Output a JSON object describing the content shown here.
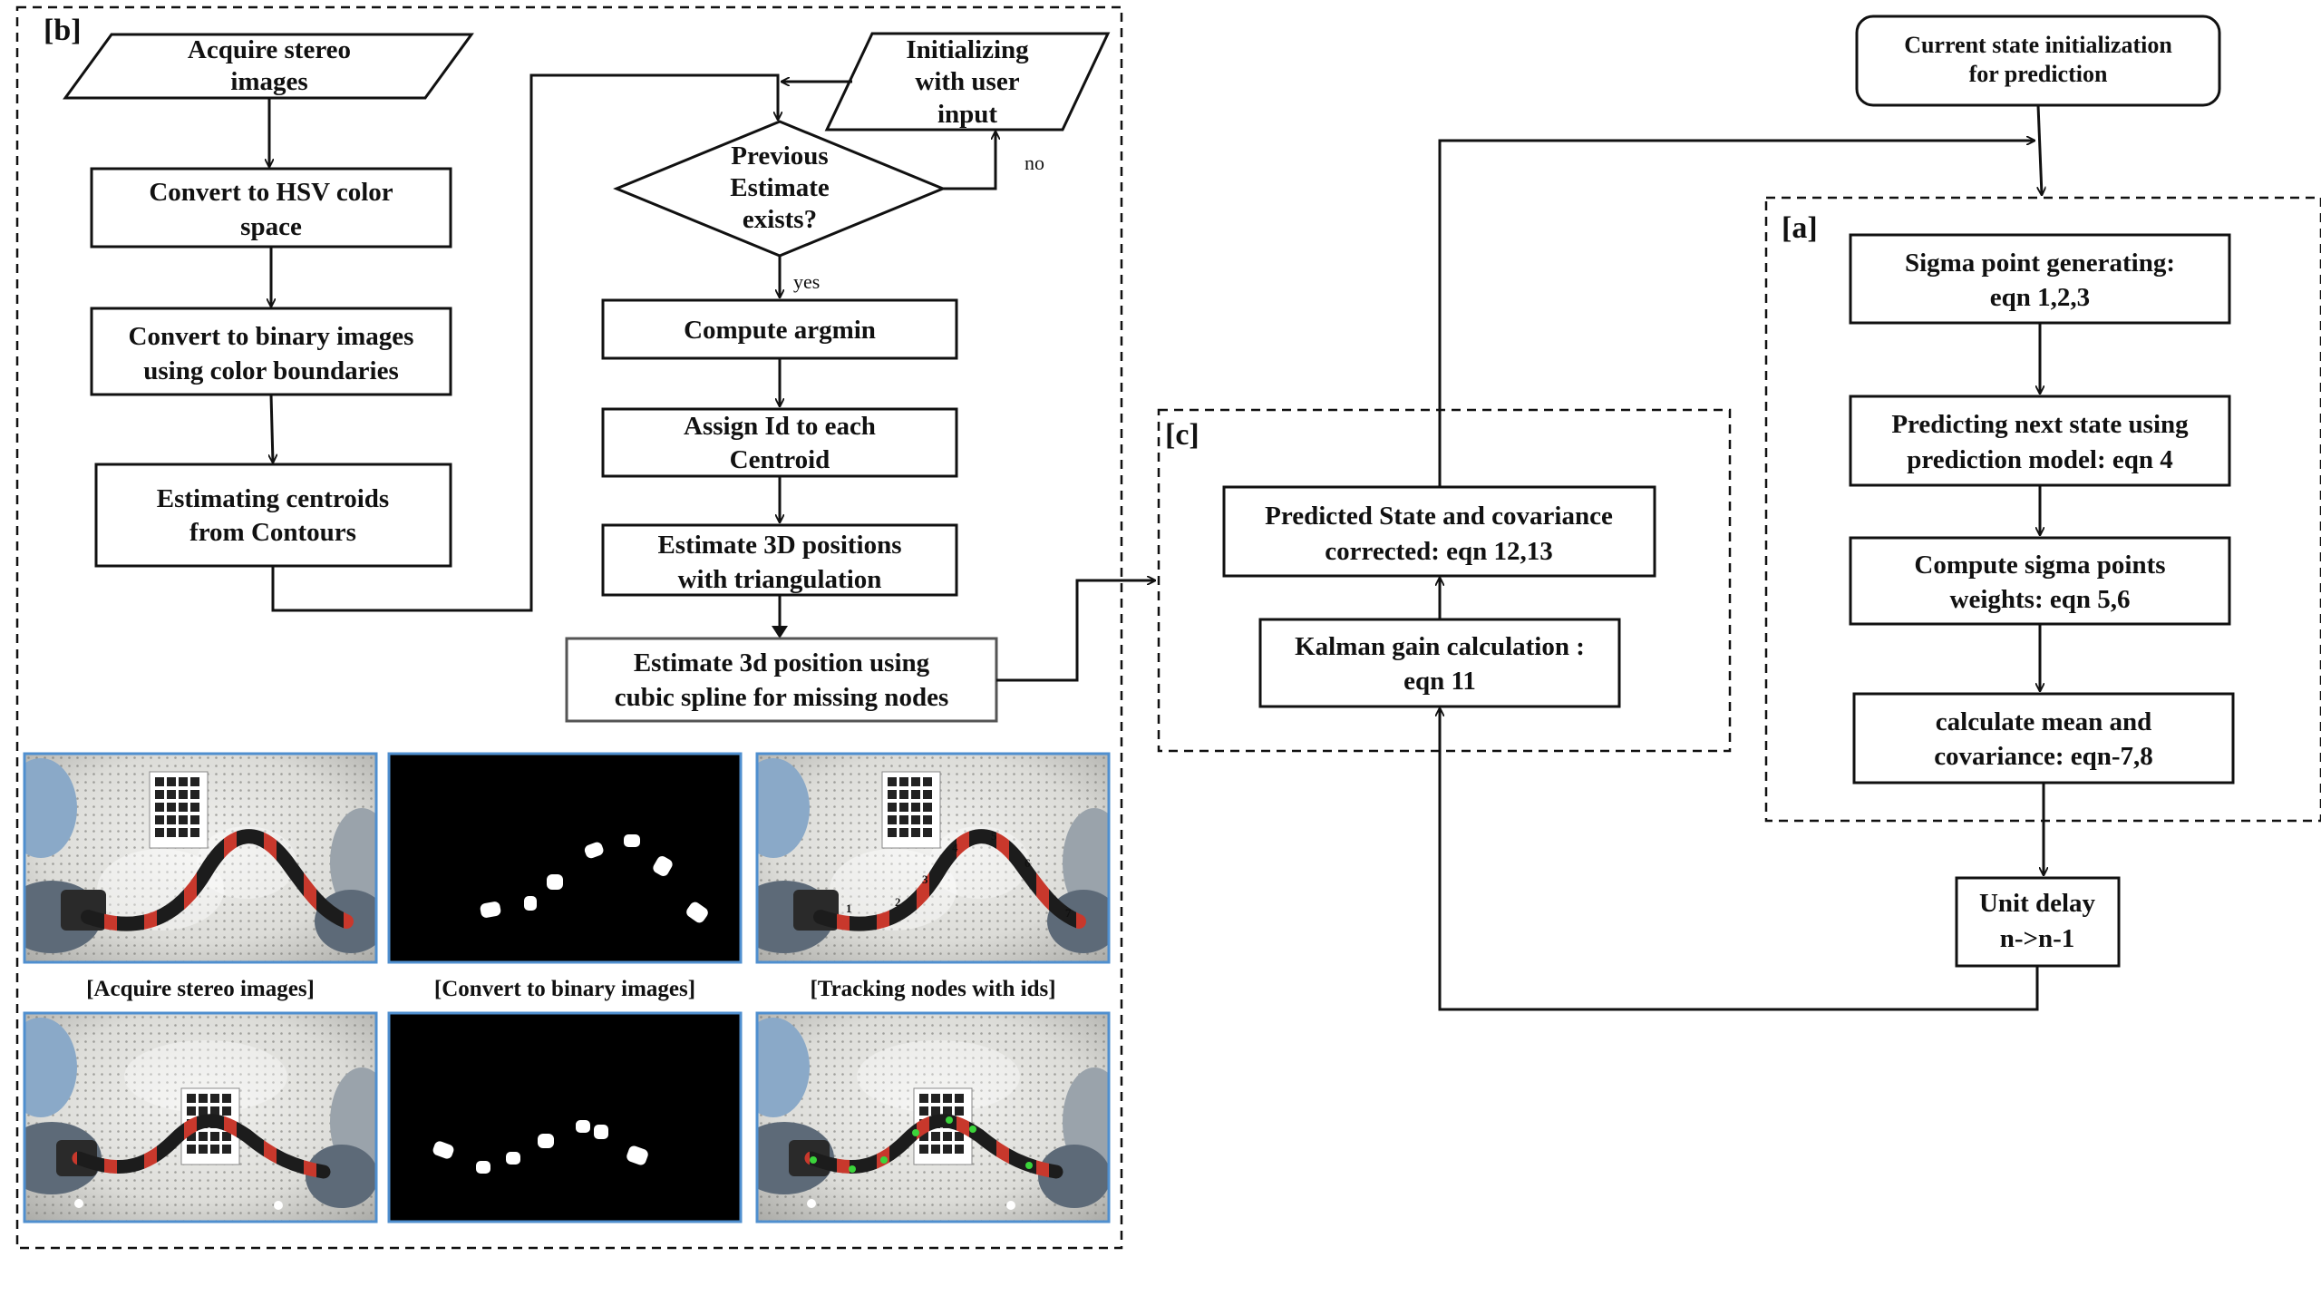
{
  "panel_b": {
    "tag": "[b]",
    "acquire": [
      "Acquire stereo",
      "images"
    ],
    "hsv": [
      "Convert to HSV color",
      "space"
    ],
    "binary": [
      "Convert to binary images",
      "using color boundaries"
    ],
    "centroids": [
      "Estimating centroids",
      "from Contours"
    ],
    "init_user": [
      "Initializing",
      "with user",
      "input"
    ],
    "prev_estimate": [
      "Previous",
      "Estimate",
      "exists?"
    ],
    "no_label": "no",
    "yes_label": "yes",
    "argmin": [
      "Compute argmin"
    ],
    "assign_id": [
      "Assign Id to each",
      "Centroid"
    ],
    "estimate3d": [
      "Estimate 3D positions",
      "with triangulation"
    ],
    "spline": [
      "Estimate 3d position using",
      "cubic spline for missing nodes"
    ],
    "captions": [
      "[Acquire stereo images]",
      "[Convert to binary images]",
      "[Tracking nodes with ids]"
    ]
  },
  "panel_c": {
    "tag": "[c]",
    "predicted": [
      "Predicted State and covariance",
      "corrected: eqn 12,13"
    ],
    "kalman": [
      "Kalman gain calculation :",
      "eqn 11"
    ]
  },
  "panel_a": {
    "tag": "[a]",
    "current_state": [
      "Current state initialization",
      "for prediction"
    ],
    "sigma_gen": [
      "Sigma point generating:",
      "eqn 1,2,3"
    ],
    "predict_next": [
      "Predicting next state using",
      "prediction model: eqn 4"
    ],
    "sigma_weights": [
      "Compute sigma points",
      "weights: eqn 5,6"
    ],
    "mean_cov": [
      "calculate mean and",
      "covariance: eqn-7,8"
    ],
    "unit_delay": [
      "Unit delay",
      "n->n-1"
    ]
  },
  "colors": {
    "photo_frame": "#4f8fcf",
    "cable_red": "#c8382c",
    "cable_black": "#1c1c1c",
    "node_green": "#3bd43b",
    "robot_blue": "#8aa9c8"
  }
}
